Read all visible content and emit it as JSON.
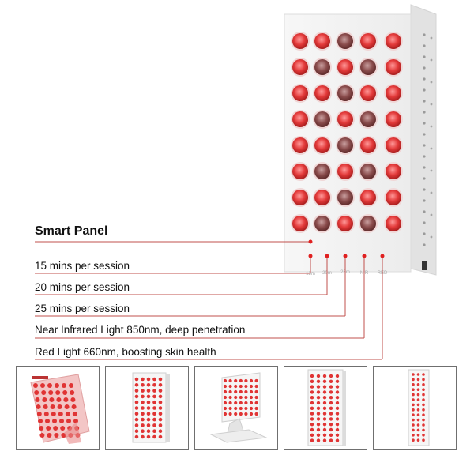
{
  "title": "Smart Panel",
  "features": [
    "15 mins per session",
    "20 mins per session",
    "25 mins per session",
    "Near Infrared Light 850nm, deep penetration",
    "Red Light 660nm, boosting skin health"
  ],
  "button_labels": [
    "15m",
    "20m",
    "25m",
    "NIR",
    "RED"
  ],
  "colors": {
    "line": "#c0504d",
    "dot": "#e02020",
    "led_red": "#e23b3b",
    "led_dim": "#8a4a4a"
  },
  "thumbnails": [
    {
      "icon": "panel-on-stand-angled-icon"
    },
    {
      "icon": "panel-front-icon"
    },
    {
      "icon": "panel-on-desk-stand-icon"
    },
    {
      "icon": "panel-tall-front-icon"
    },
    {
      "icon": "panel-side-icon"
    }
  ]
}
